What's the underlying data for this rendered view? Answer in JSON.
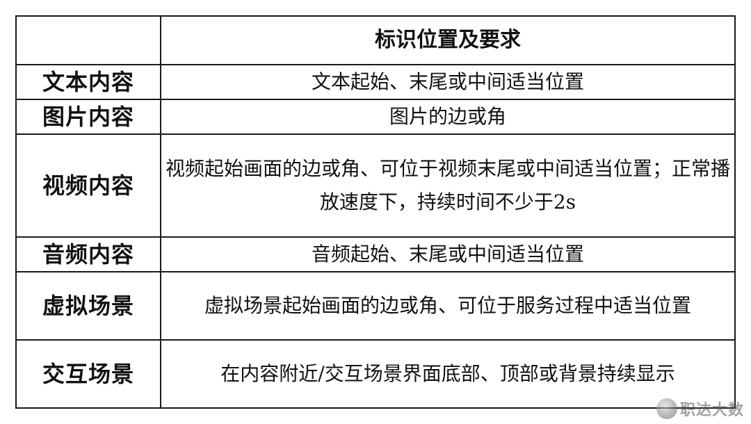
{
  "table": {
    "header": "标识位置及要求",
    "rows": [
      {
        "label": "文本内容",
        "text": "文本起始、末尾或中间适当位置"
      },
      {
        "label": "图片内容",
        "text": "图片的边或角"
      },
      {
        "label": "视频内容",
        "text": "视频起始画面的边或角、可位于视频末尾或中间适当位置；正常播放速度下，持续时间不少于2s"
      },
      {
        "label": "音频内容",
        "text": "音频起始、末尾或中间适当位置"
      },
      {
        "label": "虚拟场景",
        "text": "虚拟场景起始画面的边或角、可位于服务过程中适当位置"
      },
      {
        "label": "交互场景",
        "text": "在内容附近/交互场景界面底部、顶部或背景持续显示"
      }
    ]
  },
  "watermark": {
    "text": "职达大数"
  }
}
